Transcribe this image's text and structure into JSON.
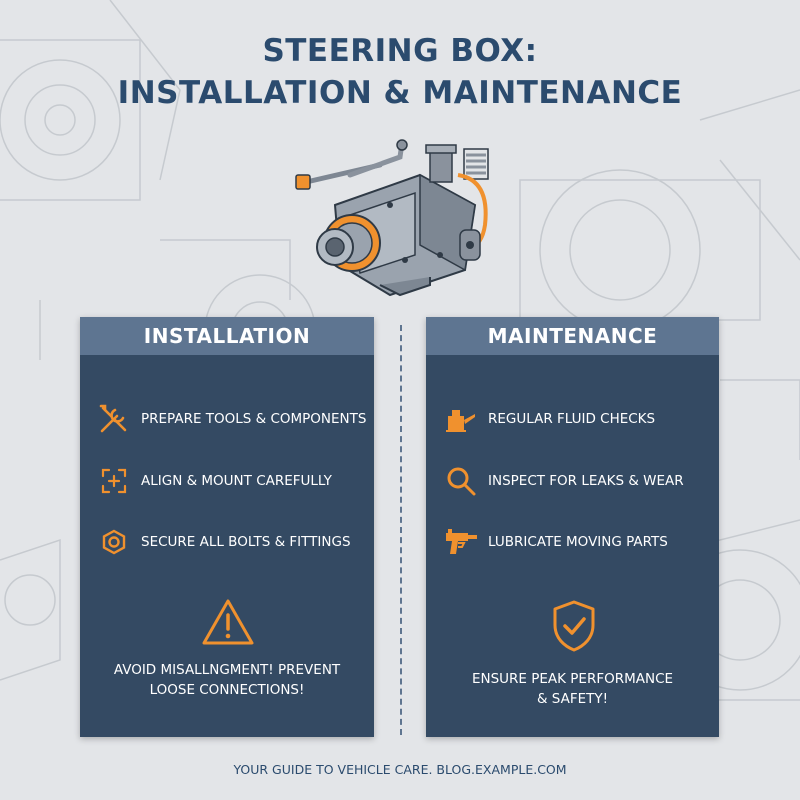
{
  "title": {
    "line1": "STEERING BOX:",
    "line2": "INSTALLATION & MAINTENANCE"
  },
  "installation": {
    "heading": "INSTALLATION",
    "items": [
      {
        "label": "PREPARE TOOLS & COMPONENTS",
        "icon": "wrench-screwdriver-icon"
      },
      {
        "label": "ALIGN & MOUNT CAREFULLY",
        "icon": "align-crosshair-icon"
      },
      {
        "label": "SECURE ALL BOLTS & FITTINGS",
        "icon": "hex-bolt-icon"
      }
    ],
    "warning": {
      "icon": "warning-triangle-icon",
      "line1": "AVOID MISALLNGMENT! PREVENT",
      "line2": "LOOSE CONNECTIONS!"
    }
  },
  "maintenance": {
    "heading": "MAINTENANCE",
    "items": [
      {
        "label": "REGULAR FLUID CHECKS",
        "icon": "oil-can-icon"
      },
      {
        "label": "INSPECT FOR LEAKS & WEAR",
        "icon": "magnifier-icon"
      },
      {
        "label": "LUBRICATE MOVING PARTS",
        "icon": "grease-gun-icon"
      }
    ],
    "callout": {
      "icon": "shield-check-icon",
      "line1": "ENSURE PEAK PERFORMANCE",
      "line2": "& SAFETY!"
    }
  },
  "footer": "YOUR GUIDE TO VEHICLE CARE. BLOG.EXAMPLE.COM",
  "colors": {
    "title": "#2b4b6e",
    "panel": "#344a63",
    "panel_header": "#5e7591",
    "accent": "#f0912e",
    "background": "#e3e5e8"
  }
}
